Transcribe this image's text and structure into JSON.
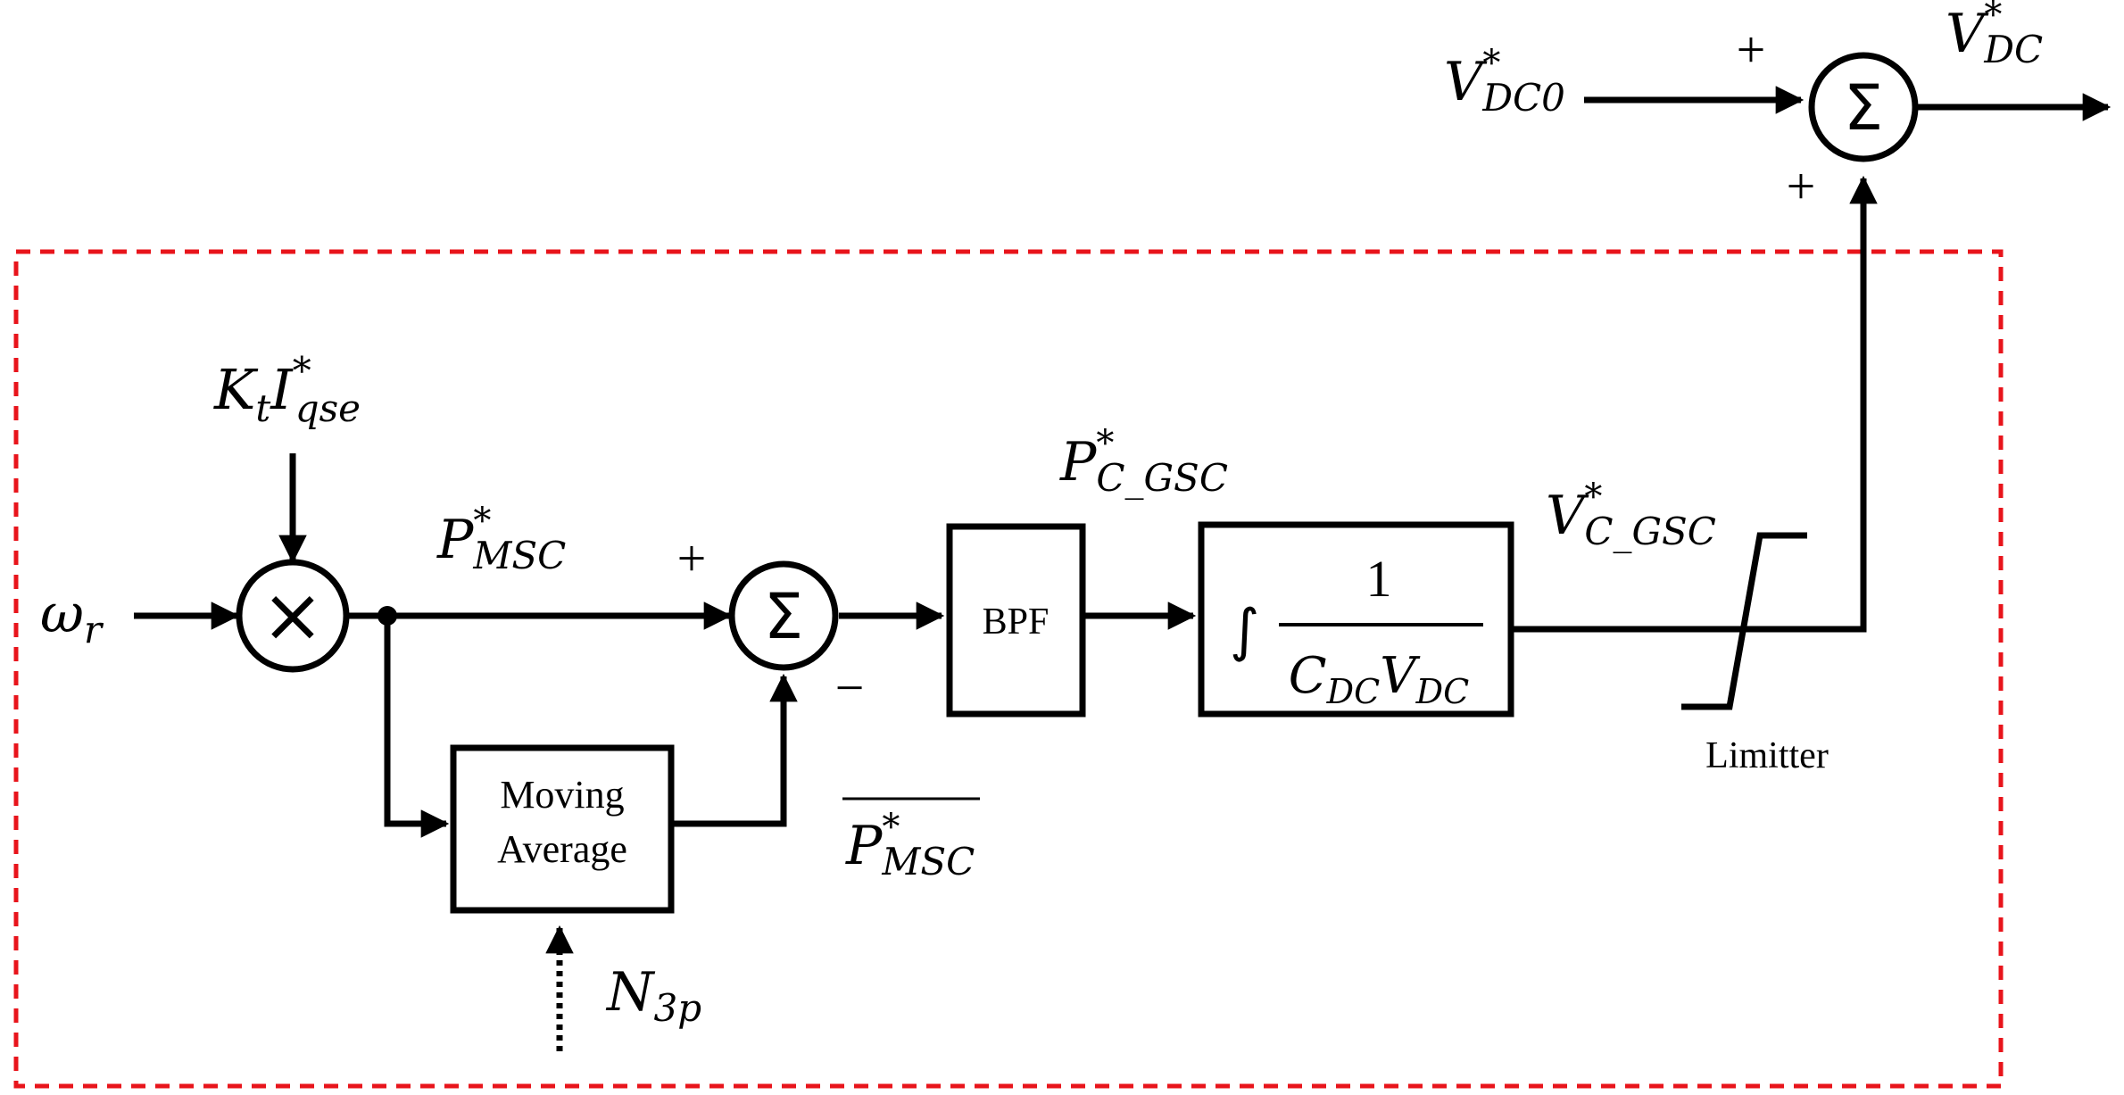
{
  "diagram": {
    "inputs": {
      "omega": {
        "base": "ω",
        "sub": "r"
      },
      "kt_iqse": {
        "k": "K",
        "k_sub": "t",
        "i": "I",
        "i_sup": "*",
        "i_sub": "qse"
      },
      "n3p": {
        "base": "N",
        "sub": "3p"
      },
      "vdc0": {
        "base": "V",
        "sup": "*",
        "sub": "DC0"
      }
    },
    "signals": {
      "p_msc": {
        "base": "P",
        "sup": "*",
        "sub": "MSC"
      },
      "p_msc_avg": {
        "base": "P",
        "sup": "*",
        "sub": "MSC"
      },
      "p_c_gsc": {
        "base": "P",
        "sup": "*",
        "sub": "C_GSC"
      },
      "v_c_gsc": {
        "base": "V",
        "sup": "*",
        "sub": "C_GSC"
      },
      "v_dc_out": {
        "base": "V",
        "sup": "*",
        "sub": "DC"
      }
    },
    "blocks": {
      "multiplier_symbol": "×",
      "sum_symbol": "Σ",
      "moving_average_line1": "Moving",
      "moving_average_line2": "Average",
      "bpf": "BPF",
      "integrator_symbol": "∫",
      "integrator_num": "1",
      "integrator_den": {
        "c": "C",
        "c_sub": "DC",
        "v": "V",
        "v_sub": "DC"
      },
      "limiter": "Limitter"
    },
    "signs": {
      "sum1_plus": "+",
      "sum1_minus": "−",
      "sum2_plus_left": "+",
      "sum2_plus_bottom": "+"
    },
    "colors": {
      "dashed_border": "#e8141b",
      "ink": "#000000"
    }
  }
}
